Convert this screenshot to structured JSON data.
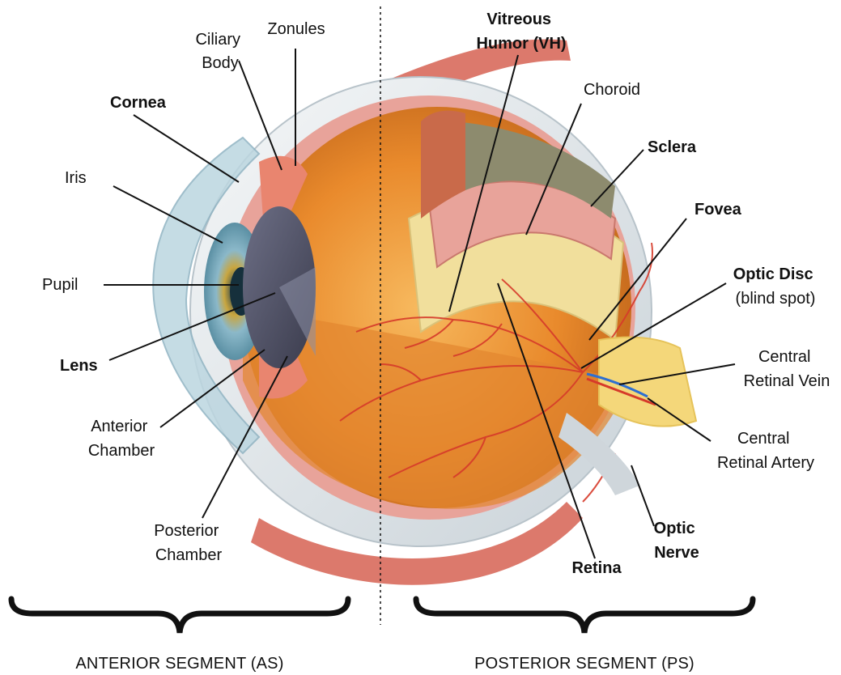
{
  "labels": {
    "ciliary_body": [
      "Ciliary",
      "Body"
    ],
    "zonules": "Zonules",
    "vitreous_humor": [
      "Vitreous",
      "Humor (VH)"
    ],
    "choroid": "Choroid",
    "cornea": "Cornea",
    "sclera": "Sclera",
    "iris": "Iris",
    "fovea": "Fovea",
    "optic_disc": [
      "Optic Disc",
      "(blind spot)"
    ],
    "pupil": "Pupil",
    "central_retinal_vein": [
      "Central",
      "Retinal Vein"
    ],
    "lens": "Lens",
    "anterior_chamber": [
      "Anterior",
      "Chamber"
    ],
    "central_retinal_artery": [
      "Central",
      "Retinal Artery"
    ],
    "posterior_chamber": [
      "Posterior",
      "Chamber"
    ],
    "optic_nerve": [
      "Optic",
      "Nerve"
    ],
    "retina": "Retina"
  },
  "segments": {
    "anterior": "ANTERIOR SEGMENT (AS)",
    "posterior": "POSTERIOR SEGMENT (PS)"
  },
  "colors": {
    "sclera": "#e9edf0",
    "vitreous": "#e98a2c",
    "vitreous_light": "#f6b15a",
    "choroid": "#e8a39a",
    "retina_yellow": "#f1df9c",
    "choroid_dark": "#8d8b6e",
    "iris_blue": "#8bb8c9",
    "lens": "#56566a",
    "vessel_red": "#d63a2a",
    "vein_blue": "#2e6fd1",
    "nerve_yellow": "#f4d77a",
    "muscle": "#d86a5c"
  }
}
